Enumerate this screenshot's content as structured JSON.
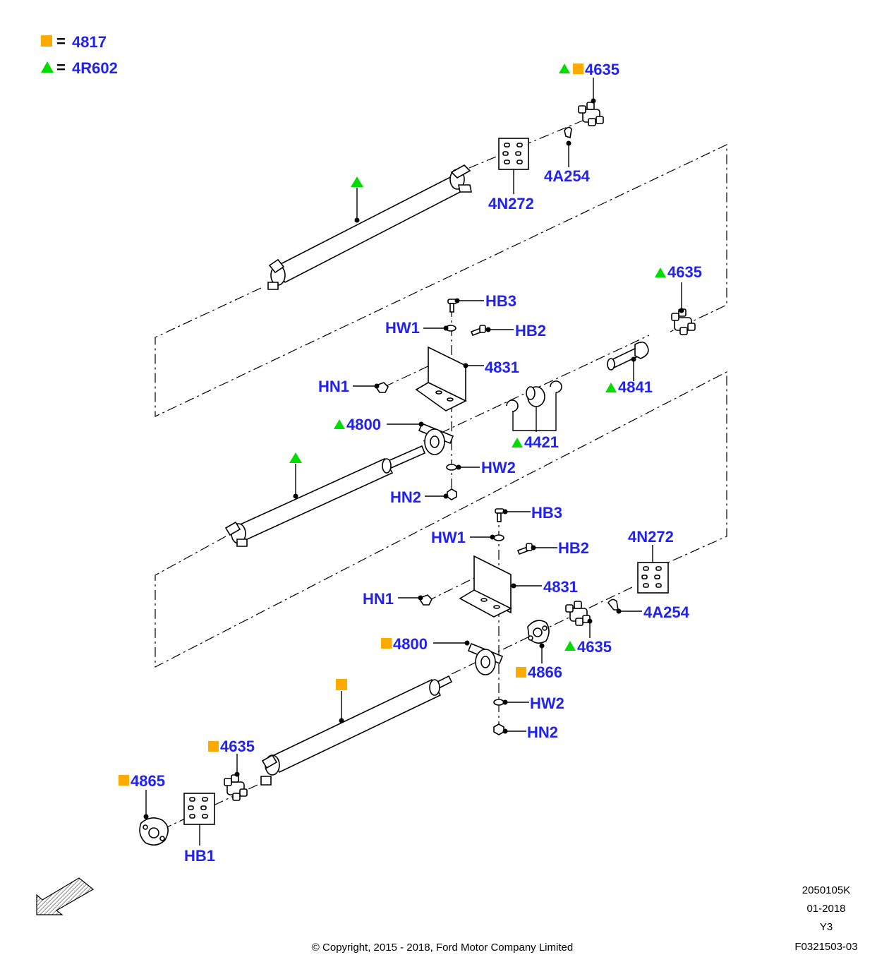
{
  "colors": {
    "square": "#FFAA00",
    "triangle": "#00DD00",
    "label": "#2222EE"
  },
  "legend": [
    {
      "symbol": "square-icon",
      "text": "= ",
      "code": "4817"
    },
    {
      "symbol": "triangle-icon",
      "text": "= ",
      "code": "4R602"
    }
  ],
  "callouts": {
    "top_u_joint": "4635",
    "top_fitting": "4A254",
    "top_bolt_kit": "4N272",
    "mid_u_joint": "4635",
    "mid_hb3": "HB3",
    "mid_hw1": "HW1",
    "mid_hb2": "HB2",
    "mid_bracket": "4831",
    "mid_hn1": "HN1",
    "mid_yoke": "4841",
    "mid_bearing": "4800",
    "mid_boot": "4421",
    "mid_hw2": "HW2",
    "mid_hn2": "HN2",
    "low_hb3": "HB3",
    "low_hw1": "HW1",
    "low_hb2": "HB2",
    "low_bolt_kit": "4N272",
    "low_bracket": "4831",
    "low_hn1": "HN1",
    "low_fitting": "4A254",
    "low_bearing": "4800",
    "low_u_joint": "4635",
    "low_yoke": "4866",
    "low_hw2": "HW2",
    "low_hn2": "HN2",
    "rear_u_joint": "4635",
    "rear_flange": "4865",
    "rear_bolt_kit": "HB1"
  },
  "footer": {
    "ref_code": "2050105K",
    "date": "01-2018",
    "variant": "Y3",
    "figure_id": "F0321503-03",
    "copyright": "© Copyright, 2015 - 2018, Ford Motor Company Limited"
  }
}
